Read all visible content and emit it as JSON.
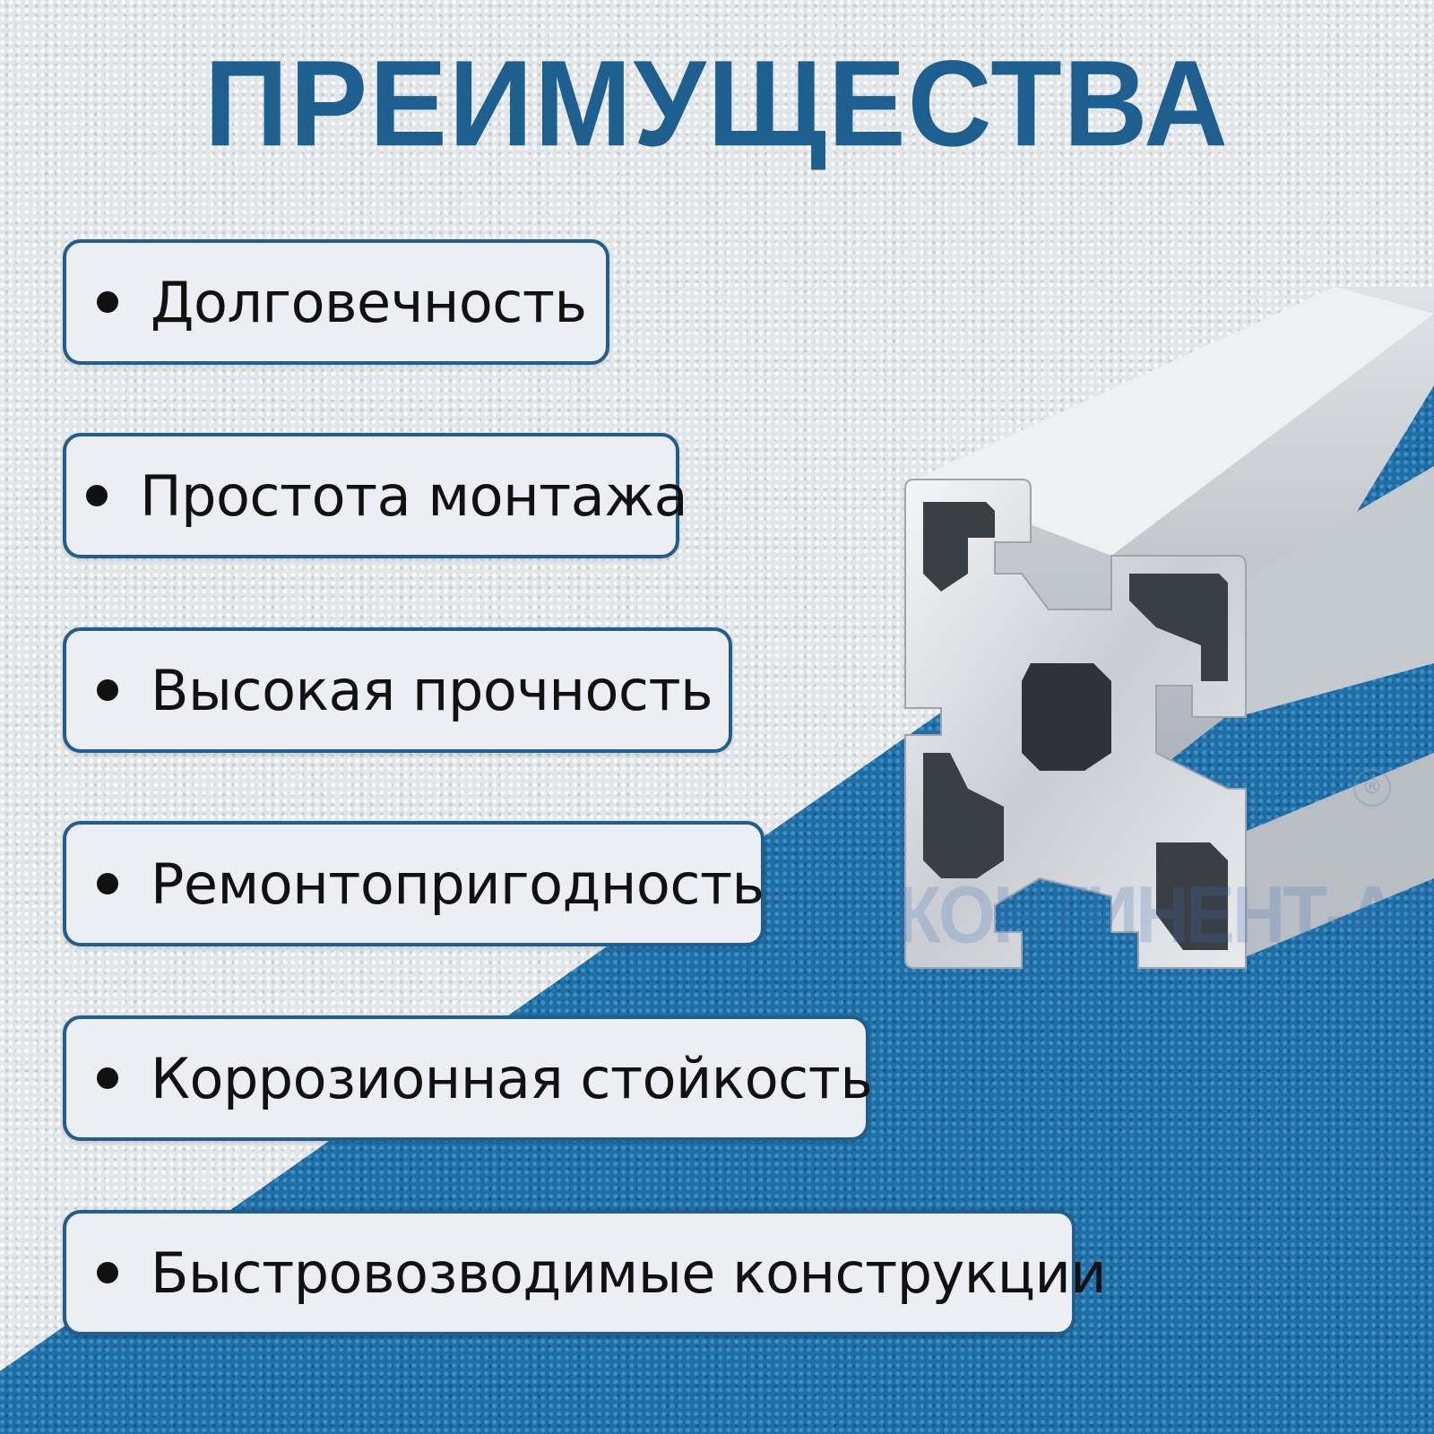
{
  "title": "ПРЕИМУЩЕСТВА",
  "advantages": [
    {
      "label": "Долговечность"
    },
    {
      "label": "Простота монтажа"
    },
    {
      "label": "Высокая прочность"
    },
    {
      "label": "Ремонтопригодность"
    },
    {
      "label": "Коррозионная стойкость"
    },
    {
      "label": "Быстровозводимые конструкции"
    }
  ],
  "watermark": {
    "text": "КОНТИНЕНТ-АЛ",
    "mark": "®"
  },
  "colors": {
    "title": "#1d5f8f",
    "border": "#1f5e8e",
    "card": "#eceef3",
    "blue": "#1f6ea6",
    "gray": "#e3e6e8"
  }
}
